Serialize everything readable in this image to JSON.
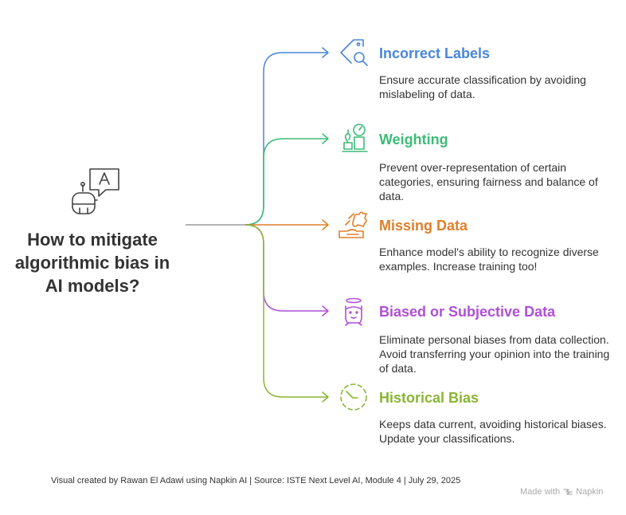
{
  "title": "How to mitigate algorithmic bias in AI models?",
  "central_icon": "robot-chat-icon",
  "items": [
    {
      "title": "Incorrect Labels",
      "description": "Ensure accurate classification by avoiding mislabeling of data.",
      "color": "#4a86d8",
      "icon": "tag-search-icon"
    },
    {
      "title": "Weighting",
      "description": "Prevent over-representation of certain categories, ensuring fairness and balance of data.",
      "color": "#3dbb78",
      "icon": "scale-icon"
    },
    {
      "title": "Missing Data",
      "description": "Enhance model's ability to recognize diverse examples. Increase training too!",
      "color": "#e07f2a",
      "icon": "hand-puzzle-icon"
    },
    {
      "title": "Biased or Subjective Data",
      "description": "Eliminate personal biases from data collection. Avoid transferring your opinion into the training of data.",
      "color": "#b04fd6",
      "icon": "person-halo-icon"
    },
    {
      "title": "Historical Bias",
      "description": "Keeps data current, avoiding historical biases. Update your classifications.",
      "color": "#8ab534",
      "icon": "clock-icon"
    }
  ],
  "credit": "Visual created by Rawan El Adawi using Napkin AI | Source: ISTE Next Level AI, Module 4 | July 29, 2025",
  "watermark": "Made with",
  "watermark_brand": "Napkin"
}
